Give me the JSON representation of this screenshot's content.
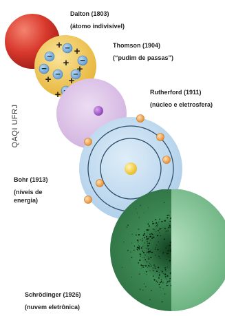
{
  "side_label": "QAQI UFRJ",
  "models": [
    {
      "name": "Dalton (1803)",
      "desc": "(átomo indivisível)"
    },
    {
      "name": "Thomson (1904)",
      "desc": "(“pudim de passas”)"
    },
    {
      "name": "Rutherford (1911)",
      "desc": "(núcleo e eletrosfera)"
    },
    {
      "name": "Bohr (1913)",
      "desc_lines": [
        "(níveis de",
        "energia)"
      ]
    },
    {
      "name": "Schrödinger (1926)",
      "desc": "(nuvem eletrônica)"
    }
  ],
  "thomson_charges": [
    "+",
    "+",
    "+",
    "+",
    "+",
    "+",
    "+",
    "+",
    "−",
    "−",
    "−",
    "−",
    "−",
    "−",
    "−"
  ],
  "colors": {
    "dalton": "#d8382c",
    "thomson": "#f3c94a",
    "rutherford": "#dcc2e6",
    "bohr": "#c7dff2",
    "schrodinger": "#4f9e68",
    "electron": "#f0a44c",
    "nucleus": "#f7d43a"
  }
}
